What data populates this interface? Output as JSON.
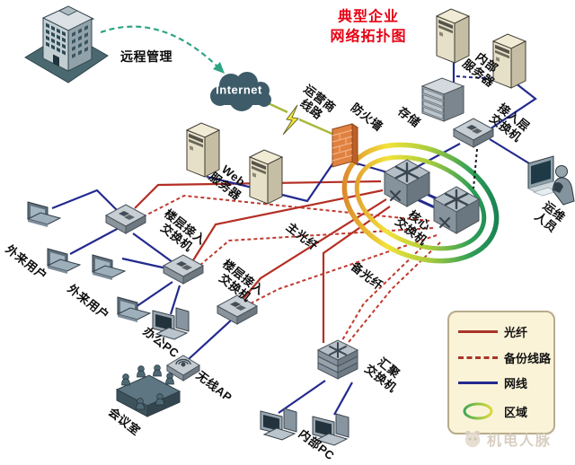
{
  "title": {
    "line1": "典型企业",
    "line2": "网络拓扑图"
  },
  "labels": {
    "remote_mgmt": "远程管理",
    "internet": "Internet",
    "carrier_line": "运营商\n线路",
    "firewall": "防火墙",
    "web_server": "Web\n服务器",
    "internal_server": "内部\n服务器",
    "storage": "存储",
    "access_switch": "接入层\n交换机",
    "ops_staff": "运维人员",
    "core_switch": "核心\n交换机",
    "main_fiber": "主光纤",
    "backup_fiber": "备光纤",
    "floor_switch_a": "楼层接入\n交换机",
    "floor_switch_b": "楼层接入\n交换机",
    "external_user_a": "外来用户",
    "external_user_b": "外来用户",
    "office_pc": "办公PC",
    "wireless_ap": "无线AP",
    "meeting_room": "会议室",
    "aggregation_switch": "汇聚\n交换机",
    "internal_pc": "内部PC"
  },
  "legend": {
    "fiber": "光纤",
    "backup_line": "备份线路",
    "network_cable": "网线",
    "area": "区域"
  },
  "watermark": "机电人脉",
  "colors": {
    "title_red": "#e60012",
    "fiber_red": "#b42f24",
    "backup_red": "#bf3a2e",
    "cable_navy": "#232a8f",
    "area_green": "#2f9e57",
    "legend_bg": "#faf3d8",
    "internet_cloud": "#3d5b68",
    "firewall_orange": "#e08140"
  }
}
